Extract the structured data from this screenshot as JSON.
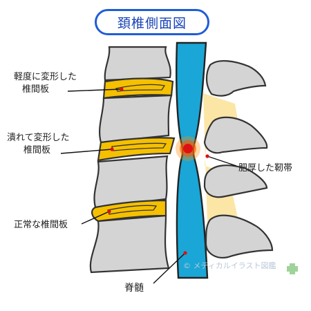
{
  "title": "頚椎側面図",
  "labels": {
    "mild": [
      "軽度に変形した",
      "椎間板"
    ],
    "crushed": [
      "潰れて変形した",
      "椎間板"
    ],
    "normal": "正常な椎間板",
    "ligament": "肥厚した靭帯",
    "spinal_cord": "脊髄"
  },
  "copyright": "© メディカルイラスト図鑑",
  "colors": {
    "title_border": "#1f5cd6",
    "bone_fill": "#d4d4d4",
    "disc_fill": "#f5c000",
    "cord_fill": "#1aa6d6",
    "ligament_fill": "#fbe6a6",
    "marker_red": "#e01010"
  }
}
